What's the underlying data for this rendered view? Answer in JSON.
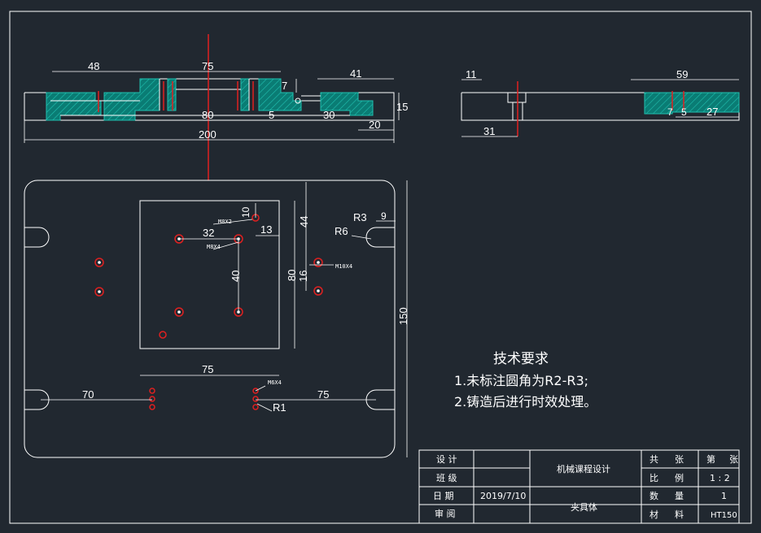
{
  "drawing": {
    "front_view_dims": {
      "d48": "48",
      "d75": "75",
      "d41": "41",
      "d7": "7",
      "d15": "15",
      "d80": "80",
      "d5": "5",
      "d30": "30",
      "d20": "20",
      "d200": "200"
    },
    "side_view_dims": {
      "d11": "11",
      "d59": "59",
      "d31": "31",
      "d7": "7",
      "d5": "5",
      "d27": "27"
    },
    "top_view_dims": {
      "d10": "10",
      "d13": "13",
      "d32": "32",
      "d44": "44",
      "d80": "80",
      "d40": "40",
      "d16": "16",
      "d150": "150",
      "d75_inner": "75",
      "d70": "70",
      "d75_right": "75",
      "r3": "R3",
      "r6": "R6",
      "r1": "R1",
      "d9": "9"
    },
    "hole_labels": {
      "m8x2": "M8X2",
      "m8x4": "M8X4",
      "m10x4": "M10X4",
      "m6x4": "M6X4"
    }
  },
  "requirements": {
    "title": "技术要求",
    "line1": "1.未标注圆角为R2-R3;",
    "line2": "2.铸造后进行时效处理。"
  },
  "title_block": {
    "design": "设 计",
    "class": "班 级",
    "date_label": "日 期",
    "review": "审 阅",
    "date_value": "2019/7/10",
    "course": "机械课程设计",
    "part_name": "夹具体",
    "total_label": "共",
    "sheets_label": "张",
    "page_label": "第",
    "page_sheets_label": "张",
    "scale_label": "比",
    "scale_label2": "例",
    "scale_value": "1 : 2",
    "qty_label": "数",
    "qty_label2": "量",
    "qty_value": "1",
    "material_label": "材",
    "material_label2": "料",
    "material_value": "HT150"
  }
}
